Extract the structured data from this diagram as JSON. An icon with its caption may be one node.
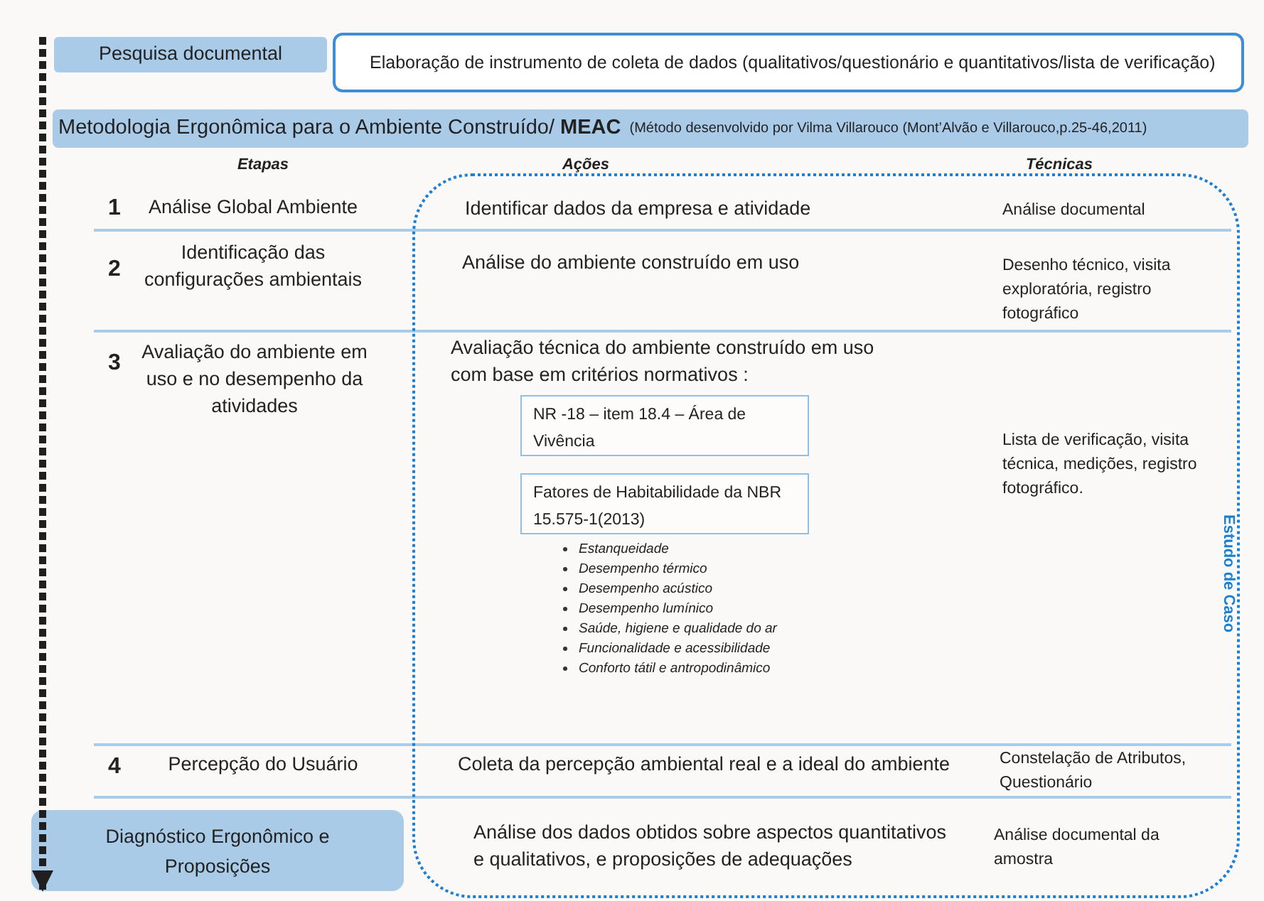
{
  "diagram": {
    "nodes": [
      {
        "text": [
          "Pesquisa documental"
        ]
      },
      {
        "text": [
          "Elaboração de instrumento de coleta de dados (qualitativos/questionário e quantitativos/lista de verificação)"
        ]
      },
      {
        "text": [
          "Metodologia Ergonômica para o Ambiente Construído/ **MEAC**",
          "(Método desenvolvido por Vilma Villarouco (Mont’Alvão e Villarouco,p.25-46,2011)"
        ]
      },
      {
        "text": [
          "Estudo de Caso"
        ]
      },
      {
        "text": [
          "NR -18 – item 18.4 – Área de Vivência"
        ],
        "in": 3
      },
      {
        "text": [
          "Fatores de Habitabilidade da NBR 15.575-1(2013)"
        ],
        "in": 3
      },
      {
        "text": [
          "Diagnóstico Ergonômico e Proposições"
        ]
      }
    ],
    "edges": [
      {
        "from": 0,
        "to": 6,
        "arrow": "to",
        "style": "dashed"
      }
    ],
    "labels": [
      "Etapas",
      "Ações",
      "Técnicas",
      "1",
      "Análise Global Ambiente",
      "Identificar dados da empresa e atividade",
      "Análise documental",
      "2",
      "Identificação das configurações ambientais",
      "Análise do ambiente construído em uso",
      "Desenho técnico, visita exploratória, registro fotográfico",
      "3",
      "Avaliação do ambiente em uso e no desempenho da atividades",
      "Avaliação técnica do ambiente construído em uso com base em critérios normativos :",
      "Estanqueidade",
      "Desempenho térmico",
      "Desempenho acústico",
      "Desempenho lumínico",
      "Saúde, higiene e qualidade do ar",
      "Funcionalidade e acessibilidade",
      "Conforto tátil e antropodinâmico",
      "Lista de verificação, visita técnica, medições, registro fotográfico.",
      "4",
      "Percepção do Usuário",
      "Coleta da percepção ambiental real e a ideal do ambiente",
      "Constelação de Atributos, Questionário",
      "Análise dos dados obtidos sobre aspectos quantitativos e qualitativos, e proposições de adequações",
      "Análise documental da amostra"
    ]
  }
}
